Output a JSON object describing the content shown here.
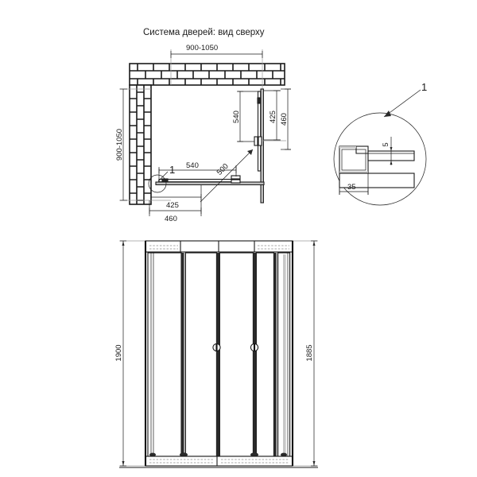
{
  "drawing": {
    "title": "Система дверей: вид сверху",
    "views": {
      "top_view": {
        "name": "top-view",
        "dimensions": {
          "width_top": "900-1050",
          "height_left": "900-1050",
          "door_right_inner": "540",
          "door_right_425": "425",
          "door_right_460": "460",
          "door_bottom_540": "540",
          "door_bottom_425": "425",
          "door_bottom_460": "460",
          "diagonal": "500"
        },
        "callout_label": "1"
      },
      "detail_view": {
        "name": "detail-profile",
        "callout_label": "1",
        "dimensions": {
          "profile_width": "35",
          "profile_thickness": "5"
        }
      },
      "front_view": {
        "name": "front-view",
        "dimensions": {
          "overall_height": "1900",
          "inner_height": "1885"
        },
        "handles": 2,
        "panels": 4
      }
    },
    "colors": {
      "line": "#1a1a1a",
      "thin_grey": "#9a9a9a",
      "glass_grey": "#c8c8c8",
      "background": "#ffffff"
    }
  }
}
